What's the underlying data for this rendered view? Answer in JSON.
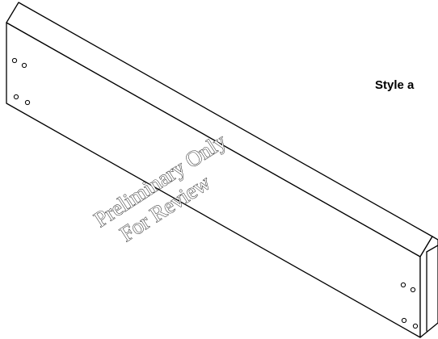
{
  "label": {
    "style_text": "Style a"
  },
  "watermark": {
    "line1": "Preliminary Only",
    "line2": "For Review"
  },
  "colors": {
    "line": "#000000",
    "background": "#ffffff"
  }
}
